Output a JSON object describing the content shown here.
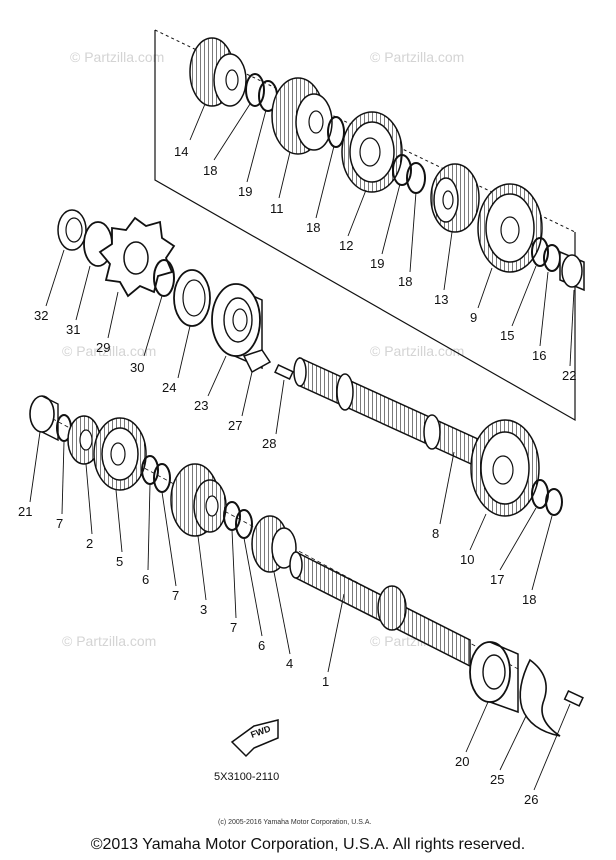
{
  "watermark": "© Partzilla.com",
  "diagram_code": "5X3100-2110",
  "fwd_label": "FWD",
  "copyright_small": "(c) 2005-2016 Yamaha Motor Corporation, U.S.A.",
  "footer": "©2013 Yamaha Motor Corporation, U.S.A. All rights reserved.",
  "parts": [
    {
      "n": "14"
    },
    {
      "n": "18"
    },
    {
      "n": "19"
    },
    {
      "n": "11"
    },
    {
      "n": "18"
    },
    {
      "n": "12"
    },
    {
      "n": "19"
    },
    {
      "n": "18"
    },
    {
      "n": "13"
    },
    {
      "n": "9"
    },
    {
      "n": "15"
    },
    {
      "n": "16"
    },
    {
      "n": "22"
    },
    {
      "n": "32"
    },
    {
      "n": "31"
    },
    {
      "n": "29"
    },
    {
      "n": "30"
    },
    {
      "n": "24"
    },
    {
      "n": "23"
    },
    {
      "n": "27"
    },
    {
      "n": "28"
    },
    {
      "n": "8"
    },
    {
      "n": "10"
    },
    {
      "n": "17"
    },
    {
      "n": "18"
    },
    {
      "n": "21"
    },
    {
      "n": "7"
    },
    {
      "n": "2"
    },
    {
      "n": "5"
    },
    {
      "n": "6"
    },
    {
      "n": "7"
    },
    {
      "n": "3"
    },
    {
      "n": "7"
    },
    {
      "n": "6"
    },
    {
      "n": "4"
    },
    {
      "n": "1"
    },
    {
      "n": "20"
    },
    {
      "n": "25"
    },
    {
      "n": "26"
    }
  ]
}
